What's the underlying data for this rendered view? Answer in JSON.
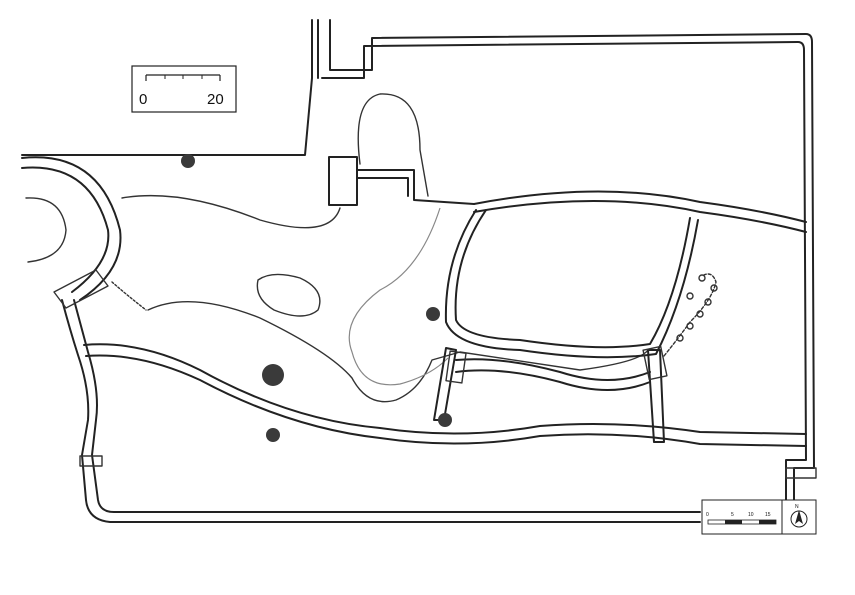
{
  "scale_bar_main": {
    "start_label": "0",
    "end_label": "20"
  },
  "scale_bar_small": {
    "labels": [
      "0",
      "5",
      "10",
      "15"
    ]
  },
  "north_arrow": {
    "label": "N"
  },
  "markers": [
    {
      "kind": "point",
      "size": "small"
    },
    {
      "kind": "point",
      "size": "small"
    },
    {
      "kind": "point",
      "size": "large"
    },
    {
      "kind": "point",
      "size": "small"
    },
    {
      "kind": "point",
      "size": "small"
    }
  ]
}
